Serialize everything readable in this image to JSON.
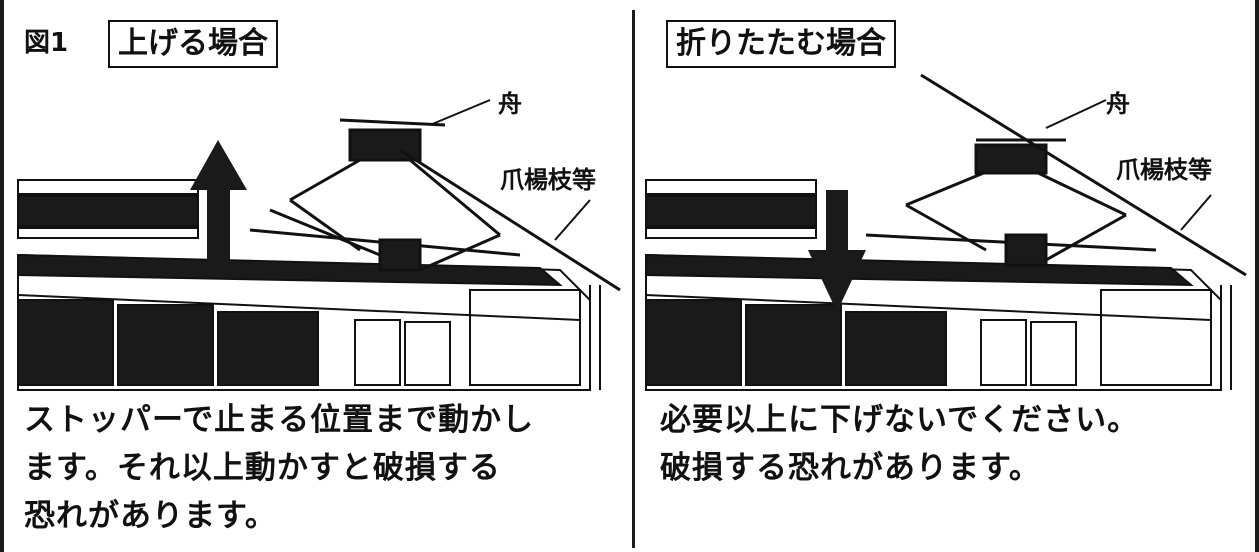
{
  "figure_label": "図1",
  "panels": {
    "raise": {
      "title": "上げる場合",
      "label_boat": "舟",
      "label_tool": "爪楊枝等",
      "caption": "ストッパーで止まる位置まで動かし\nます。それ以上動かすと破損する\n恐れがあります。",
      "arrow_direction": "up"
    },
    "fold": {
      "title": "折りたたむ場合",
      "label_boat": "舟",
      "label_tool": "爪楊枝等",
      "caption": "必要以上に下げないでください。\n破損する恐れがあります。",
      "arrow_direction": "down"
    }
  },
  "colors": {
    "line": "#111111",
    "fill_dark": "#1a1a1a",
    "fill_light": "#ffffff"
  }
}
